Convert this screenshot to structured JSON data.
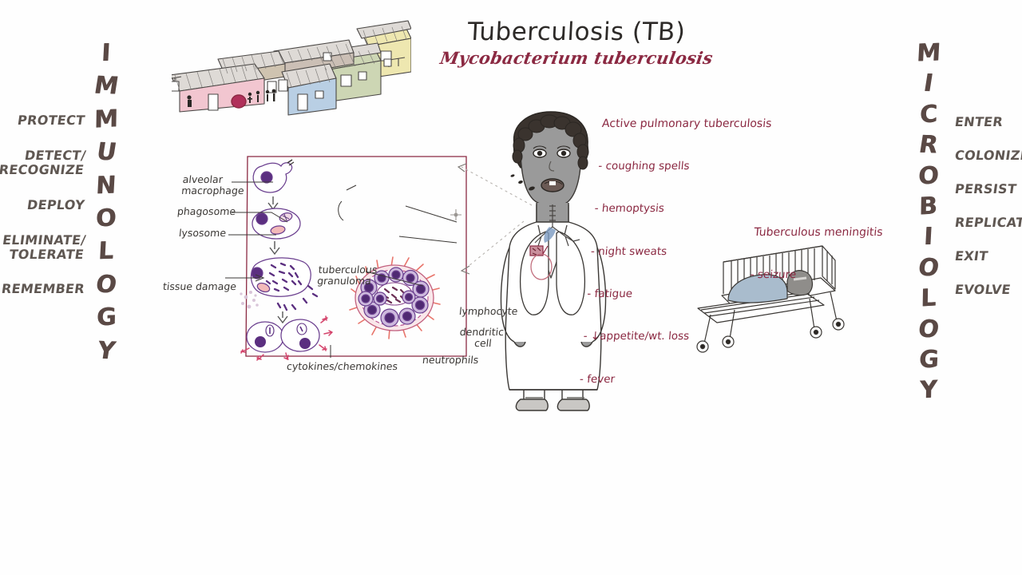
{
  "title": {
    "main": "Tuberculosis  (TB)",
    "organism": "Mycobacterium tuberculosis"
  },
  "left_rail": {
    "word": "IMMUNOLOGY",
    "steps": [
      "PROTECT",
      "DETECT/\nRECOGNIZE",
      "DEPLOY",
      "ELIMINATE/\nTOLERATE",
      "REMEMBER"
    ]
  },
  "right_rail": {
    "word": "MICROBIOLOGY",
    "steps": [
      "ENTER",
      "COLONIZE",
      "PERSIST",
      "REPLICATE",
      "EXIT",
      "EVOLVE"
    ]
  },
  "pulmonary_note": {
    "heading": "Active pulmonary tuberculosis",
    "items": [
      "- coughing spells",
      "- hemoptysis",
      "- night sweats",
      "- fatigue",
      "- ↓appetite/wt. loss",
      "- fever"
    ]
  },
  "meningitis_note": {
    "heading": "Tuberculous meningitis",
    "items": [
      "- seizure"
    ]
  },
  "cell_diagram": {
    "labels": {
      "alveolar_macrophage": "alveolar\nmacrophage",
      "phagosome": "phagosome",
      "lysosome": "lysosome",
      "tissue_damage": "tissue damage",
      "granuloma": "tuberculous\ngranuloma",
      "lymphocyte": "lymphocyte",
      "dendritic_cell": "dendritic\n     cell",
      "neutrophils": "neutrophils",
      "cytokines": "cytokines/chemokines"
    }
  },
  "scene": {
    "settlement_alt": "crowded informal settlement housing",
    "patient_alt": "standing adult patient coughing with lungs and lesion shown",
    "hospital_bed_alt": "child in hospital crib on wheels"
  },
  "colors": {
    "rail_word": "#5a4945",
    "rail_step": "#5f5752",
    "accent_red": "#8b2942",
    "pencil": "#3b3835",
    "cell_purple": "#6b3f8f",
    "cell_pink": "#e88b88",
    "skin_gray": "#9a9a9a",
    "house_pink": "#f2c6d0",
    "house_blue": "#b9cfe4",
    "house_green": "#cdd6b4",
    "house_yellow": "#eee7b0",
    "house_tan": "#cfc3b0"
  }
}
